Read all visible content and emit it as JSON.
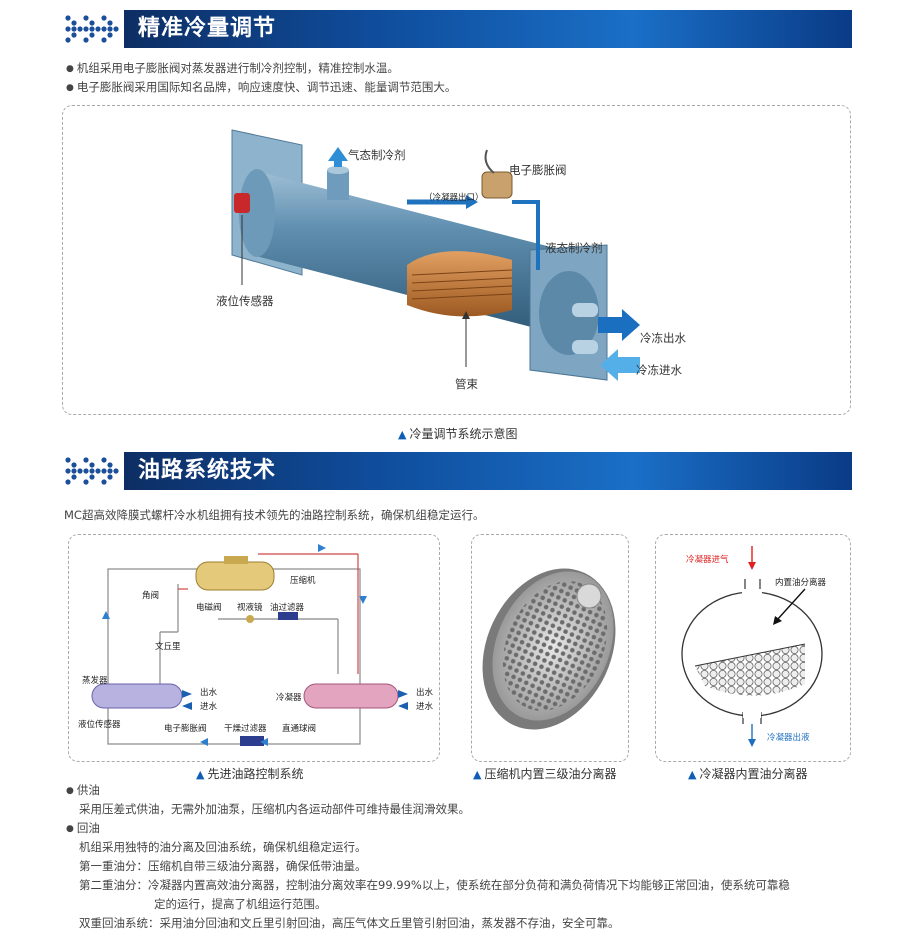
{
  "section1": {
    "title": "精准冷量调节",
    "bullets": [
      "机组采用电子膨胀阀对蒸发器进行制冷剂控制，精准控制水温。",
      "电子膨胀阀采用国际知名品牌，响应速度快、调节迅速、能量调节范围大。"
    ],
    "diagram_labels": {
      "gas_refrigerant": "气态制冷剂",
      "expansion_valve": "电子膨胀阀",
      "condenser_outlet": "（冷凝器出口）",
      "liquid_refrigerant": "液态制冷剂",
      "level_sensor": "液位传感器",
      "chilled_water_out": "冷冻出水",
      "chilled_water_in": "冷冻进水",
      "tube_bundle": "管束"
    },
    "caption": "冷量调节系统示意图"
  },
  "section2": {
    "title": "油路系统技术",
    "intro": "MC超高效降膜式螺杆冷水机组拥有技术领先的油路控制系统，确保机组稳定运行。",
    "schematic_labels": {
      "compressor": "压缩机",
      "angle_valve": "角阀",
      "solenoid_valve": "电磁阀",
      "sight_glass": "视液镜",
      "oil_filter": "油过滤器",
      "venturi": "文丘里",
      "evaporator": "蒸发器",
      "condenser": "冷凝器",
      "water_out": "出水",
      "water_in": "进水",
      "level_sensor": "液位传感器",
      "eev": "电子膨胀阀",
      "dry_filter": "干燥过滤器",
      "through_valve": "直通球阀"
    },
    "separator_labels": {
      "condenser_gas_in": "冷凝器进气",
      "internal_separator": "内置油分离器",
      "condenser_liquid_out": "冷凝器出液"
    },
    "captions": [
      "先进油路控制系统",
      "压缩机内置三级油分离器",
      "冷凝器内置油分离器"
    ],
    "oil_supply": {
      "heading": "供油",
      "text": "采用压差式供油，无需外加油泵，压缩机内各运动部件可维持最佳润滑效果。"
    },
    "oil_return": {
      "heading": "回油",
      "lines": [
        "机组采用独特的油分离及回油系统，确保机组稳定运行。",
        "第一重油分：压缩机自带三级油分离器，确保低带油量。",
        "第二重油分：冷凝器内置高效油分离器，控制油分离效率在99.99%以上，使系统在部分负荷和满负荷情况下均能够正常回油，使系统可靠稳",
        "定的运行，提高了机组运行范围。",
        "双重回油系统：采用油分回油和文丘里引射回油，高压气体文丘里管引射回油，蒸发器不存油，安全可靠。"
      ]
    }
  },
  "colors": {
    "brand_blue": "#0f5db4",
    "dark_blue": "#0d2e64",
    "accent_red": "#e02020"
  }
}
